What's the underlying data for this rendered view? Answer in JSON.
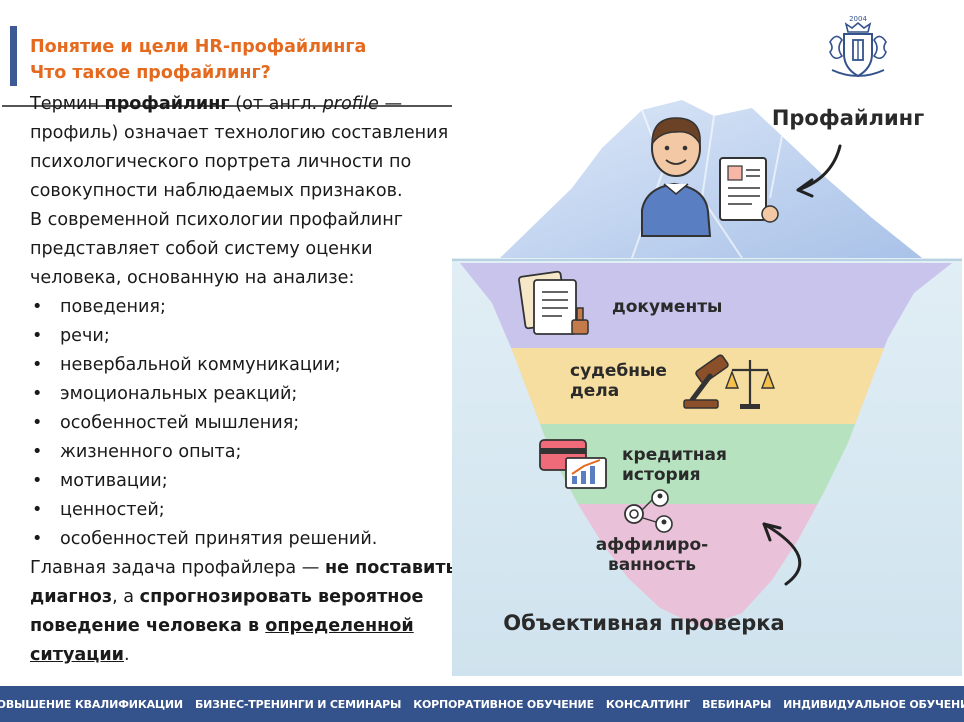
{
  "heading": {
    "line1": "Понятие и цели HR-профайлинга",
    "line2": "Что такое профайлинг?"
  },
  "intro": {
    "p1_a": "Термин ",
    "p1_term": "профайлинг",
    "p1_b": " (от англ. ",
    "p1_word": "profile",
    "p1_c": " — профиль) означает технологию составления психологического портрета личности по совокупности наблюдаемых признаков.",
    "p2": "В современной психологии профайлинг представляет собой систему оценки человека, основанную на анализе:"
  },
  "bullets": [
    "поведения;",
    "речи;",
    "невербальной коммуникации;",
    "эмоциональных реакций;",
    "особенностей мышления;",
    "жизненного опыта;",
    "мотивации;",
    "ценностей;",
    "особенностей принятия решений."
  ],
  "conclusion": {
    "a": "Главная задача профайлера — ",
    "b": "не поставить диагноз",
    "c": ", а ",
    "d": "спрогнозировать вероятное поведение человека в ",
    "e": "определенной ситуации",
    "f": "."
  },
  "illustration": {
    "title": "Профайлинг",
    "layer1": "документы",
    "layer2_l1": "судебные",
    "layer2_l2": "дела",
    "layer3_l1": "кредитная",
    "layer3_l2": "история",
    "layer4_l1": "аффилиро-",
    "layer4_l2": "ванность",
    "bottom": "Объективная проверка",
    "icons": [
      "person-icon",
      "resume-icon",
      "documents-icon",
      "gavel-icon",
      "scales-icon",
      "credit-card-icon",
      "chart-icon",
      "network-icon"
    ]
  },
  "logo": {
    "year": "2004"
  },
  "footer": [
    "ПОВЫШЕНИЕ КВАЛИФИКАЦИИ",
    "БИЗНЕС-ТРЕНИНГИ И СЕМИНАРЫ",
    "КОРПОРАТИВНОЕ ОБУЧЕНИЕ",
    "КОНСАЛТИНГ",
    "ВЕБИНАРЫ",
    "ИНДИВИДУАЛЬНОЕ ОБУЧЕНИЕ"
  ],
  "colors": {
    "accent": "#e46a1f",
    "brand": "#34528c"
  }
}
